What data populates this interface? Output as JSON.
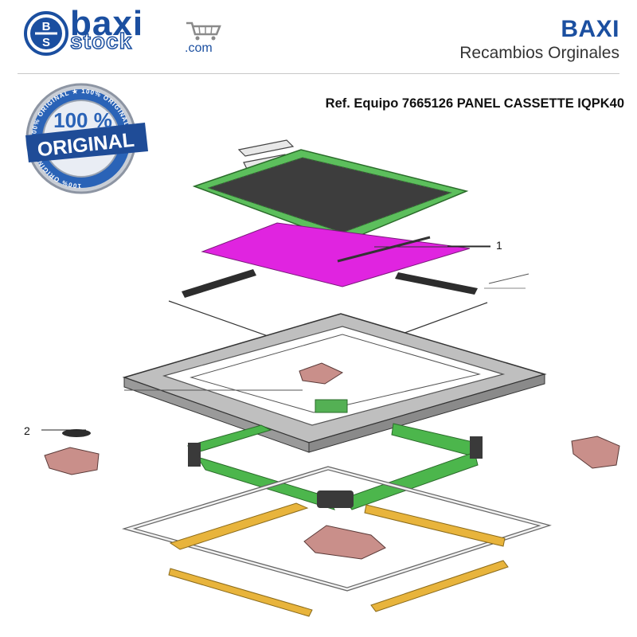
{
  "header": {
    "logo_main": "baxi",
    "logo_secondary": "stock",
    "logo_domain": ".com",
    "logo_badge": "BS",
    "brand_name": "BAXI",
    "brand_tagline": "Recambios Orginales"
  },
  "seal": {
    "percent_text": "100 %",
    "main_text": "ORIGINAL",
    "ring_text": "100% ORIGINAL ★ 100% ORIGINAL ★ 100% ORIGINAL ★"
  },
  "title": "Ref. Equipo 7665126 PANEL CASSETTE IQPK40",
  "diagram": {
    "callouts": [
      {
        "id": "1",
        "label": "1"
      },
      {
        "id": "2",
        "label": "2"
      }
    ],
    "colors": {
      "filter_frame": "#4caf50",
      "filter_panel": "#e024e0",
      "support_bars": "#3fb33f",
      "gold_strips": "#e8b43c",
      "pink_parts": "#c98f8a"
    }
  }
}
